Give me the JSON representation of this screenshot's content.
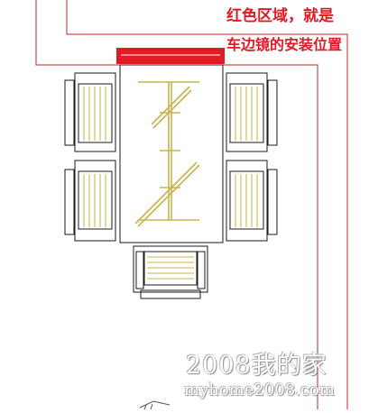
{
  "annotation": {
    "line1": "红色区域，就是",
    "line2": "车边镜的安装位置",
    "color": "#e01b24"
  },
  "watermark": {
    "line1": "2008我的家",
    "line2": "myhome2008.com"
  },
  "colors": {
    "wall_line": "#c8232c",
    "mirror_highlight": "#e01b24",
    "furniture_outline": "#1a1a1a",
    "chair_slat": "#d4c46a",
    "coat_rack": "#c9b34a"
  }
}
